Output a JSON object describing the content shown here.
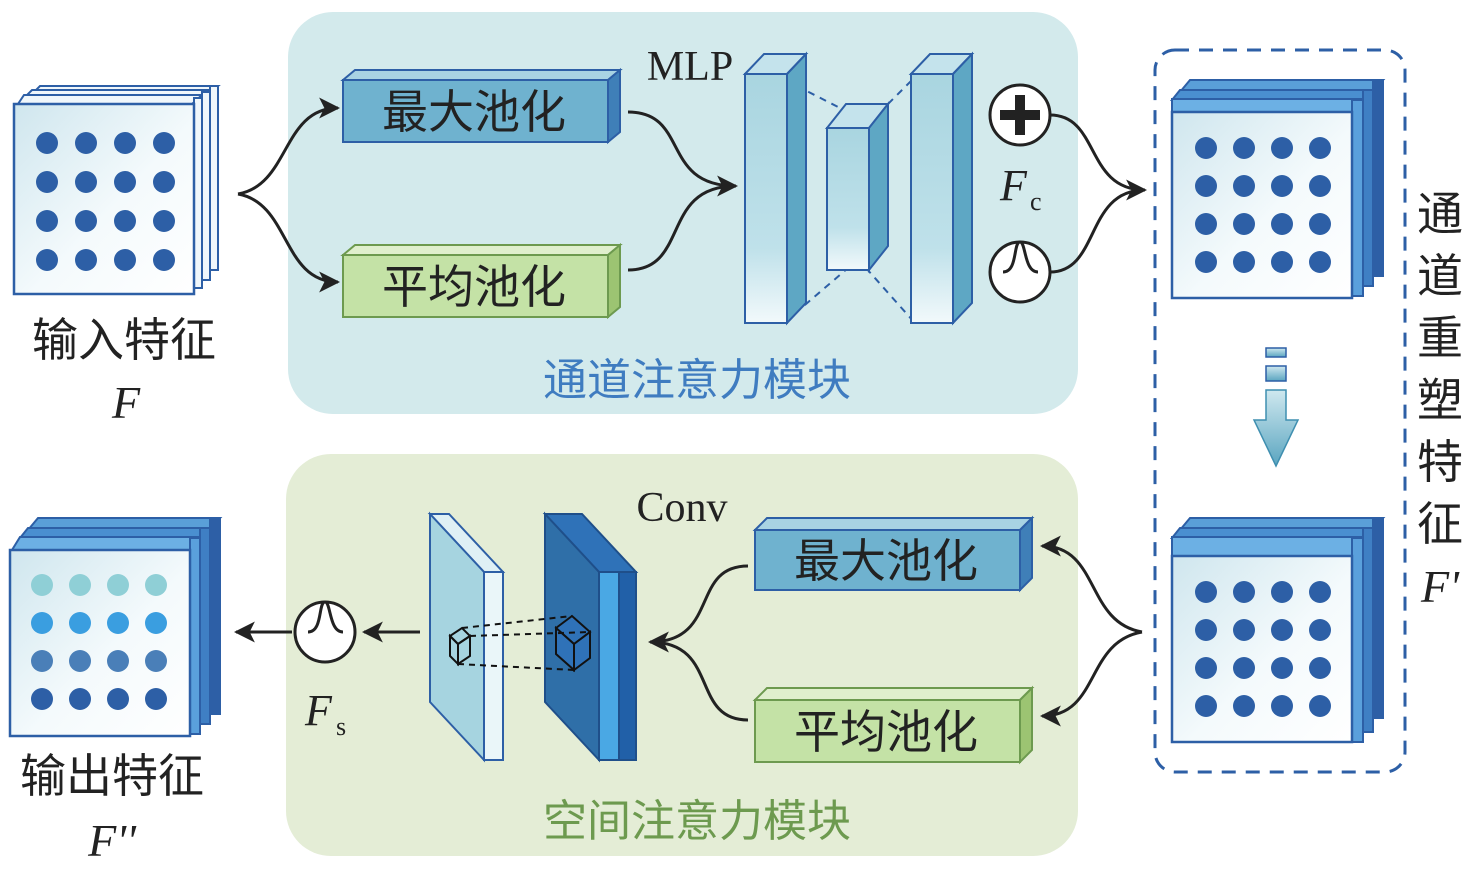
{
  "colors": {
    "channel_module_bg": "#d3eaec",
    "spatial_module_bg": "#e4edd6",
    "channel_module_text": "#3f7cc0",
    "spatial_module_text": "#6d9a4f",
    "max_pool_fill": "#6fb2cf",
    "avg_pool_fill": "#c4e2a6",
    "dot_blue": "#2d5fa6",
    "dashed_box": "#2d5fa6",
    "arrow": "#222222"
  },
  "input": {
    "label": "输入特征",
    "symbol": "F"
  },
  "output": {
    "label": "输出特征",
    "symbol": "F''"
  },
  "channel_module": {
    "title": "通道注意力模块",
    "max_pool_label": "最大池化",
    "avg_pool_label": "平均池化",
    "mlp_label": "MLP",
    "add_symbol": "+",
    "fc_main": "F",
    "fc_sub": "c"
  },
  "refined": {
    "label_chars": [
      "通",
      "道",
      "重",
      "塑",
      "特",
      "征"
    ],
    "symbol": "F'"
  },
  "spatial_module": {
    "title": "空间注意力模块",
    "max_pool_label": "最大池化",
    "avg_pool_label": "平均池化",
    "conv_label": "Conv",
    "fs_main": "F",
    "fs_sub": "s"
  },
  "icons": {
    "sum": "plus-circle-icon",
    "sigmoid": "sigmoid-icon"
  }
}
